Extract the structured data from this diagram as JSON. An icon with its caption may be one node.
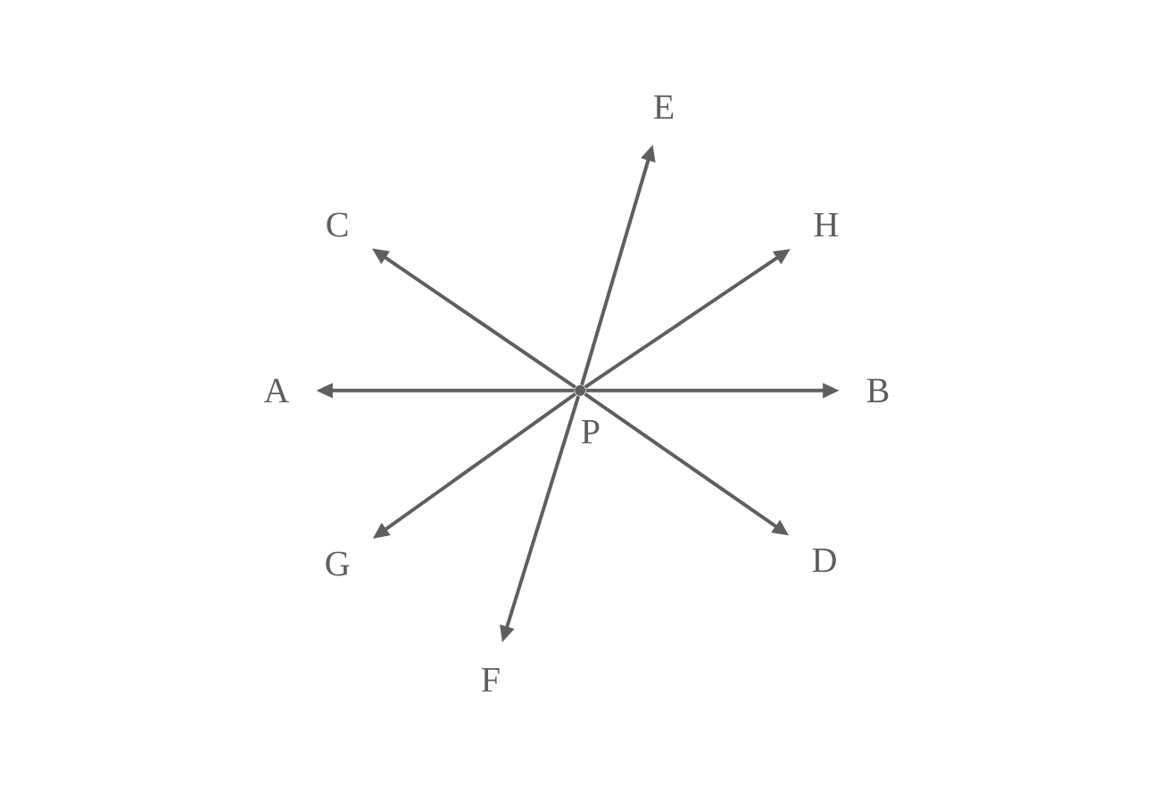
{
  "diagram": {
    "nodes": [
      {
        "text": [
          "E"
        ]
      },
      {
        "text": [
          "C"
        ]
      },
      {
        "text": [
          "H"
        ]
      },
      {
        "text": [
          "A"
        ]
      },
      {
        "text": [],
        "shape": "circle",
        "beside": [
          "P"
        ]
      },
      {
        "text": [
          "B"
        ]
      },
      {
        "text": [
          "G"
        ]
      },
      {
        "text": [
          "D"
        ]
      },
      {
        "text": [
          "F"
        ]
      }
    ],
    "edges": [
      {
        "from": 4,
        "to": 3,
        "arrow": "to"
      },
      {
        "from": 4,
        "to": 5,
        "arrow": "to"
      },
      {
        "from": 4,
        "to": 1,
        "arrow": "to"
      },
      {
        "from": 4,
        "to": 7,
        "arrow": "to"
      },
      {
        "from": 4,
        "to": 0,
        "arrow": "to"
      },
      {
        "from": 4,
        "to": 8,
        "arrow": "to"
      },
      {
        "from": 4,
        "to": 6,
        "arrow": "to"
      },
      {
        "from": 4,
        "to": 2,
        "arrow": "to"
      }
    ]
  }
}
